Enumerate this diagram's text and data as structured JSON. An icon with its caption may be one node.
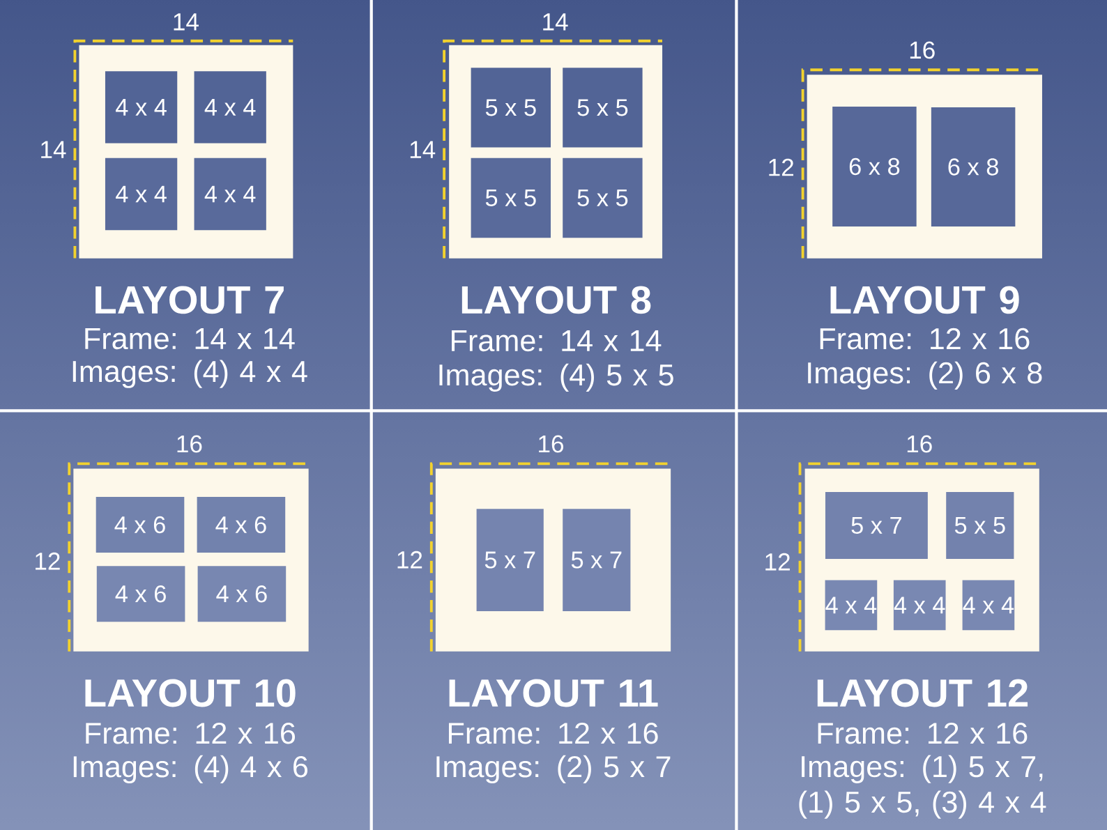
{
  "diagram": {
    "nodes": [
      {
        "text": [],
        "shape": "box",
        "beside": [
          "LAYOUT 7",
          "Frame: 14 x 14",
          "Images: (4) 4 x 4"
        ]
      },
      {
        "text": [
          "4 x 4"
        ],
        "in": 0
      },
      {
        "text": [
          "4 x 4"
        ],
        "in": 0
      },
      {
        "text": [
          "4 x 4"
        ],
        "in": 0
      },
      {
        "text": [
          "4 x 4"
        ],
        "in": 0
      },
      {
        "text": [],
        "shape": "box",
        "beside": [
          "LAYOUT 8",
          "Frame: 14 x 14",
          "Images: (4) 5 x 5"
        ]
      },
      {
        "text": [
          "5 x 5"
        ],
        "in": 5
      },
      {
        "text": [
          "5 x 5"
        ],
        "in": 5
      },
      {
        "text": [
          "5 x 5"
        ],
        "in": 5
      },
      {
        "text": [
          "5 x 5"
        ],
        "in": 5
      },
      {
        "text": [],
        "shape": "box",
        "beside": [
          "LAYOUT 9",
          "Frame: 12 x 16",
          "Images: (2) 6 x 8"
        ]
      },
      {
        "text": [
          "6 x 8"
        ],
        "in": 10
      },
      {
        "text": [
          "6 x 8"
        ],
        "in": 10
      },
      {
        "text": [],
        "shape": "box",
        "beside": [
          "LAYOUT 10",
          "Frame: 12 x 16",
          "Images: (4) 4 x 6"
        ]
      },
      {
        "text": [
          "4 x 6"
        ],
        "in": 13
      },
      {
        "text": [
          "4 x 6"
        ],
        "in": 13
      },
      {
        "text": [
          "4 x 6"
        ],
        "in": 13
      },
      {
        "text": [
          "4 x 6"
        ],
        "in": 13
      },
      {
        "text": [],
        "shape": "box",
        "beside": [
          "LAYOUT 11",
          "Frame: 12 x 16",
          "Images: (2) 5 x 7"
        ]
      },
      {
        "text": [
          "5 x 7"
        ],
        "in": 18
      },
      {
        "text": [
          "5 x 7"
        ],
        "in": 18
      },
      {
        "text": [],
        "shape": "box",
        "beside": [
          "LAYOUT 12",
          "Frame: 12 x 16",
          "Images: (1) 5 x 7, (1) 5 x 5, (3) 4 x 4"
        ]
      },
      {
        "text": [
          "5 x 7"
        ],
        "in": 21
      },
      {
        "text": [
          "5 x 5"
        ],
        "in": 21
      },
      {
        "text": [
          "4 x 4"
        ],
        "in": 21
      },
      {
        "text": [
          "4 x 4"
        ],
        "in": 21
      },
      {
        "text": [
          "4 x 4"
        ],
        "in": 21
      }
    ],
    "labels": [
      "14",
      "14",
      "14",
      "14",
      "16",
      "12",
      "16",
      "12",
      "16",
      "12",
      "16",
      "12"
    ]
  }
}
